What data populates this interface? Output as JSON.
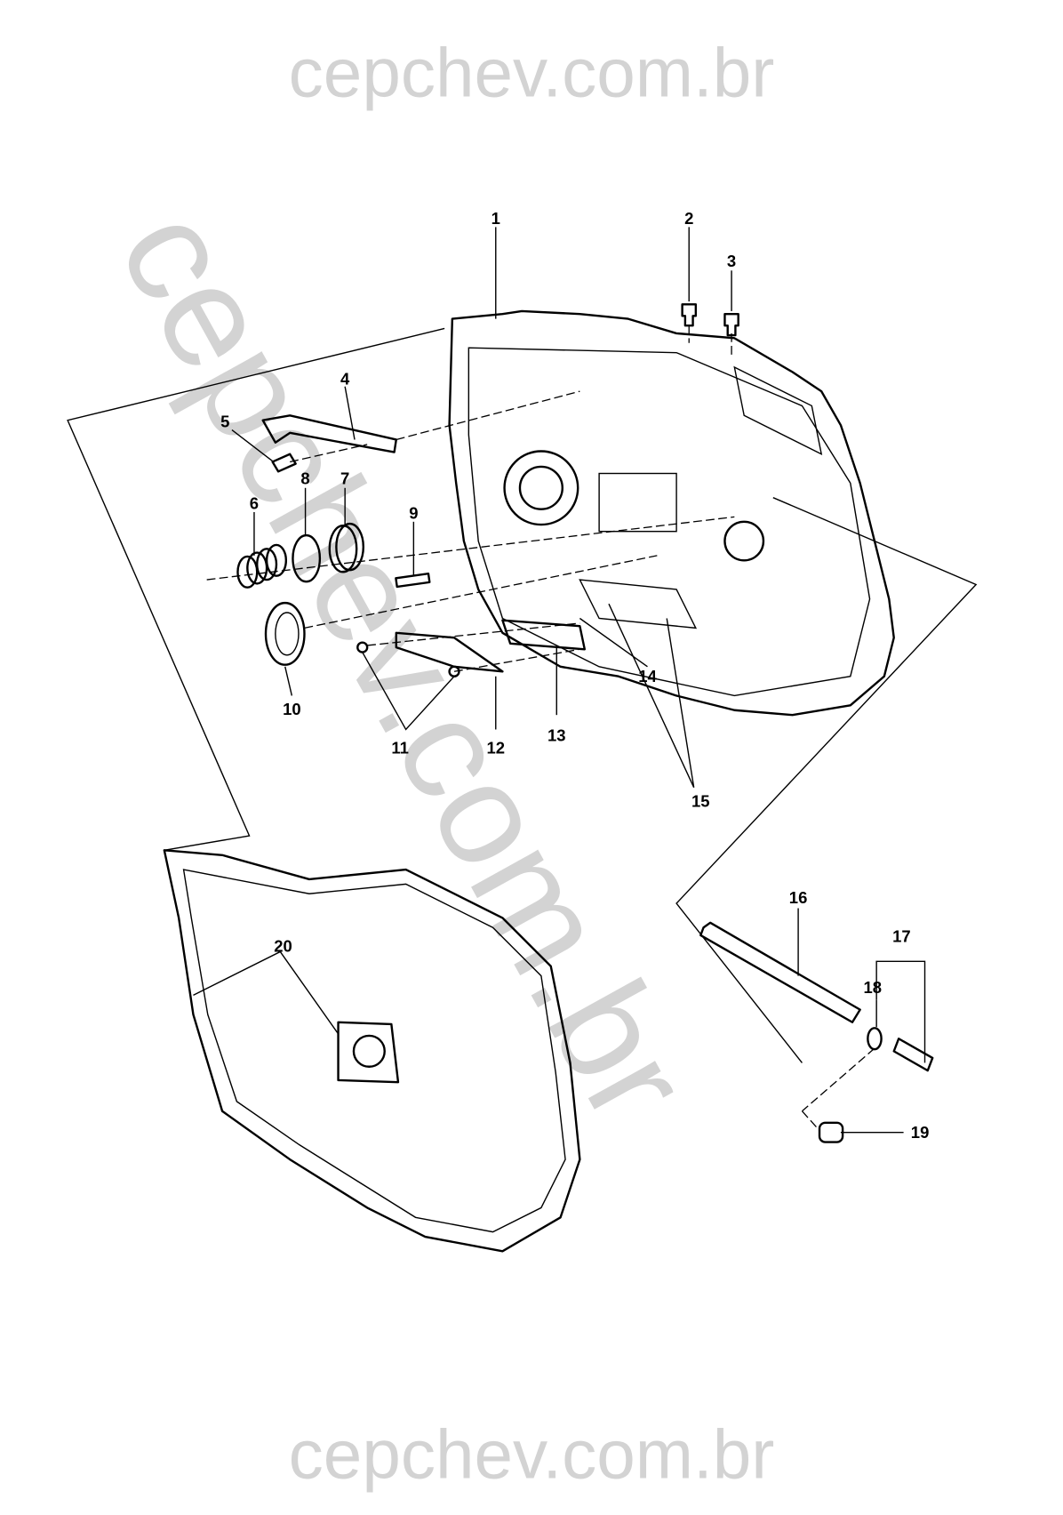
{
  "watermark": {
    "top": "cepchev.com.br",
    "diagonal": "cepchev.com.br",
    "bottom": "cepchev.com.br"
  },
  "callouts": [
    "1",
    "2",
    "3",
    "4",
    "5",
    "6",
    "7",
    "8",
    "9",
    "10",
    "11",
    "12",
    "13",
    "14",
    "15",
    "16",
    "17",
    "18",
    "19",
    "20"
  ]
}
